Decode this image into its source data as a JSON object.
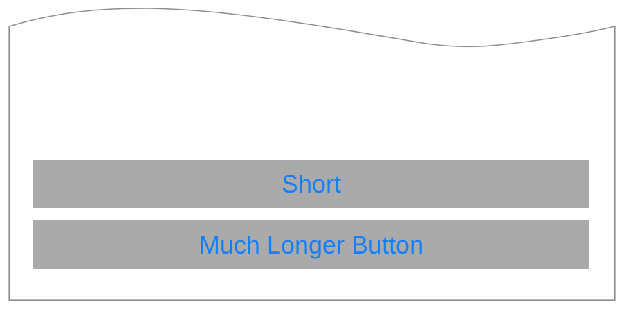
{
  "window": {
    "description": "torn-edge app screenshot frame"
  },
  "buttons": [
    {
      "label": "Short"
    },
    {
      "label": "Much Longer Button"
    }
  ],
  "colors": {
    "button_bg": "#AAAAAA",
    "button_text": "#157EFB",
    "frame_border": "#8E8E8E",
    "background": "#FFFFFF"
  }
}
